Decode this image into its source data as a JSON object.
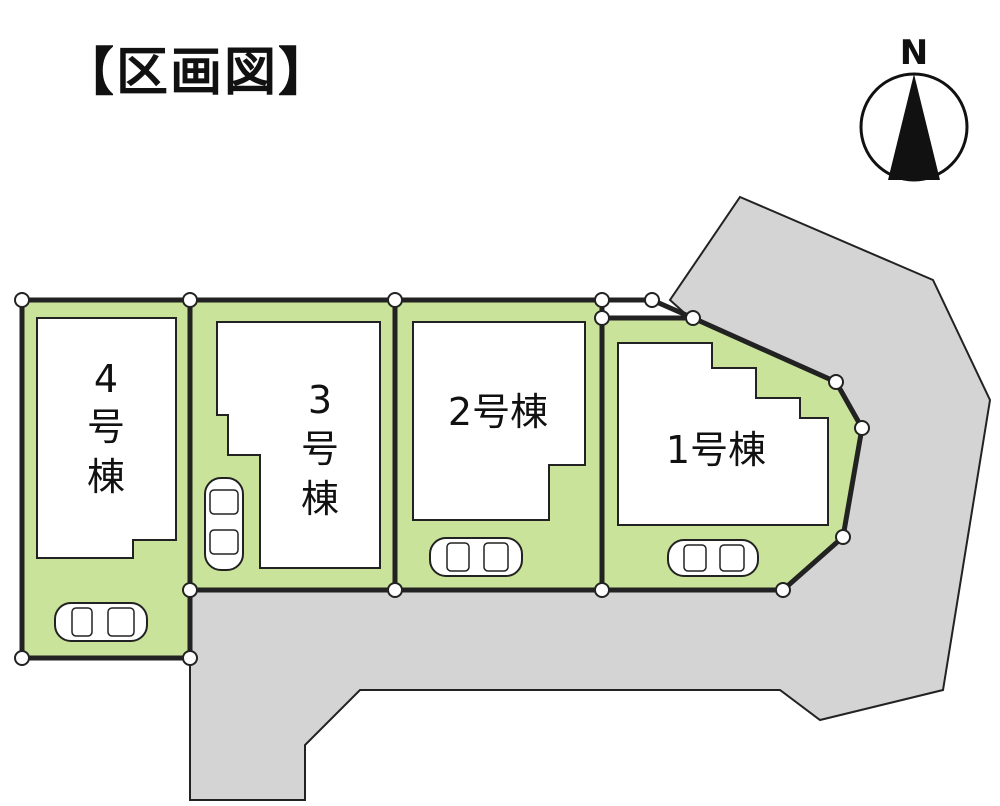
{
  "title": "【区画図】",
  "compass": {
    "label": "N"
  },
  "lots": [
    {
      "id": "lot-4",
      "label_line1": "4",
      "label_line2": "号",
      "label_line3": "棟"
    },
    {
      "id": "lot-3",
      "label_line1": "3",
      "label_line2": "号",
      "label_line3": "棟"
    },
    {
      "id": "lot-2",
      "label": "2号棟"
    },
    {
      "id": "lot-1",
      "label": "1号棟"
    }
  ],
  "colors": {
    "lot_fill": "#c9e39a",
    "road_fill": "#d4d4d4",
    "boundary": "#222222",
    "building_fill": "#ffffff"
  }
}
